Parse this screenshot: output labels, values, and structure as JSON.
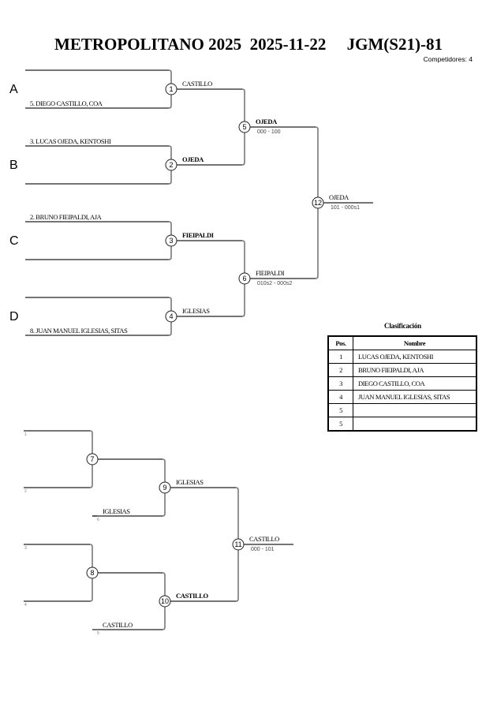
{
  "header": {
    "title": "METROPOLITANO 2025  2025-11-22     JGM(S21)-81",
    "competitors": "Competidores: 4"
  },
  "pools": [
    "A",
    "B",
    "C",
    "D"
  ],
  "main_bracket": {
    "first_round": [
      {
        "match": "1",
        "top_entry": "",
        "bottom_entry": "5. DIEGO CASTILLO, COA",
        "winner": "CASTILLO",
        "winner_bold": false,
        "score": ""
      },
      {
        "match": "2",
        "top_entry": "3. LUCAS OJEDA, KENTOSHI",
        "bottom_entry": "",
        "winner": "OJEDA",
        "winner_bold": true,
        "score": ""
      },
      {
        "match": "3",
        "top_entry": "2. BRUNO FIEIPALDI, AJA",
        "bottom_entry": "",
        "winner": "FIEIPALDI",
        "winner_bold": true,
        "score": ""
      },
      {
        "match": "4",
        "top_entry": "",
        "bottom_entry": "8. JUAN MANUEL IGLESIAS, SITAS",
        "winner": "IGLESIAS",
        "winner_bold": false,
        "score": ""
      }
    ],
    "semifinals": [
      {
        "match": "5",
        "winner": "OJEDA",
        "winner_bold": true,
        "score": "000 - 100"
      },
      {
        "match": "6",
        "winner": "FIEIPALDI",
        "winner_bold": false,
        "score": "010s2 - 000s2"
      }
    ],
    "final": {
      "match": "12",
      "winner": "OJEDA",
      "winner_bold": false,
      "score": "101 - 000s1"
    }
  },
  "repechage": {
    "matches": [
      {
        "match": "7",
        "top_seed": "1",
        "bottom_seed": "2",
        "winner": "",
        "score": ""
      },
      {
        "match": "8",
        "top_seed": "3",
        "bottom_seed": "4",
        "winner": "",
        "score": ""
      },
      {
        "match": "9",
        "entry_name": "IGLESIAS",
        "entry_seed": "6",
        "winner": "IGLESIAS",
        "winner_bold": false,
        "score": ""
      },
      {
        "match": "10",
        "entry_name": "CASTILLO",
        "entry_seed": "5",
        "winner": "CASTILLO",
        "winner_bold": true,
        "score": ""
      },
      {
        "match": "11",
        "winner": "CASTILLO",
        "winner_bold": false,
        "score": "000 - 101"
      }
    ]
  },
  "ranking": {
    "title": "Clasificación",
    "columns": [
      "Pos.",
      "Nombre"
    ],
    "rows": [
      {
        "pos": "1",
        "name": "LUCAS OJEDA, KENTOSHI"
      },
      {
        "pos": "2",
        "name": "BRUNO FIEIPALDI, AJA"
      },
      {
        "pos": "3",
        "name": "DIEGO CASTILLO, COA"
      },
      {
        "pos": "4",
        "name": "JUAN MANUEL IGLESIAS, SITAS"
      },
      {
        "pos": "5",
        "name": ""
      },
      {
        "pos": "5",
        "name": ""
      }
    ]
  },
  "colors": {
    "horizontal_line": "#222222",
    "vertical_line": "#777777"
  }
}
